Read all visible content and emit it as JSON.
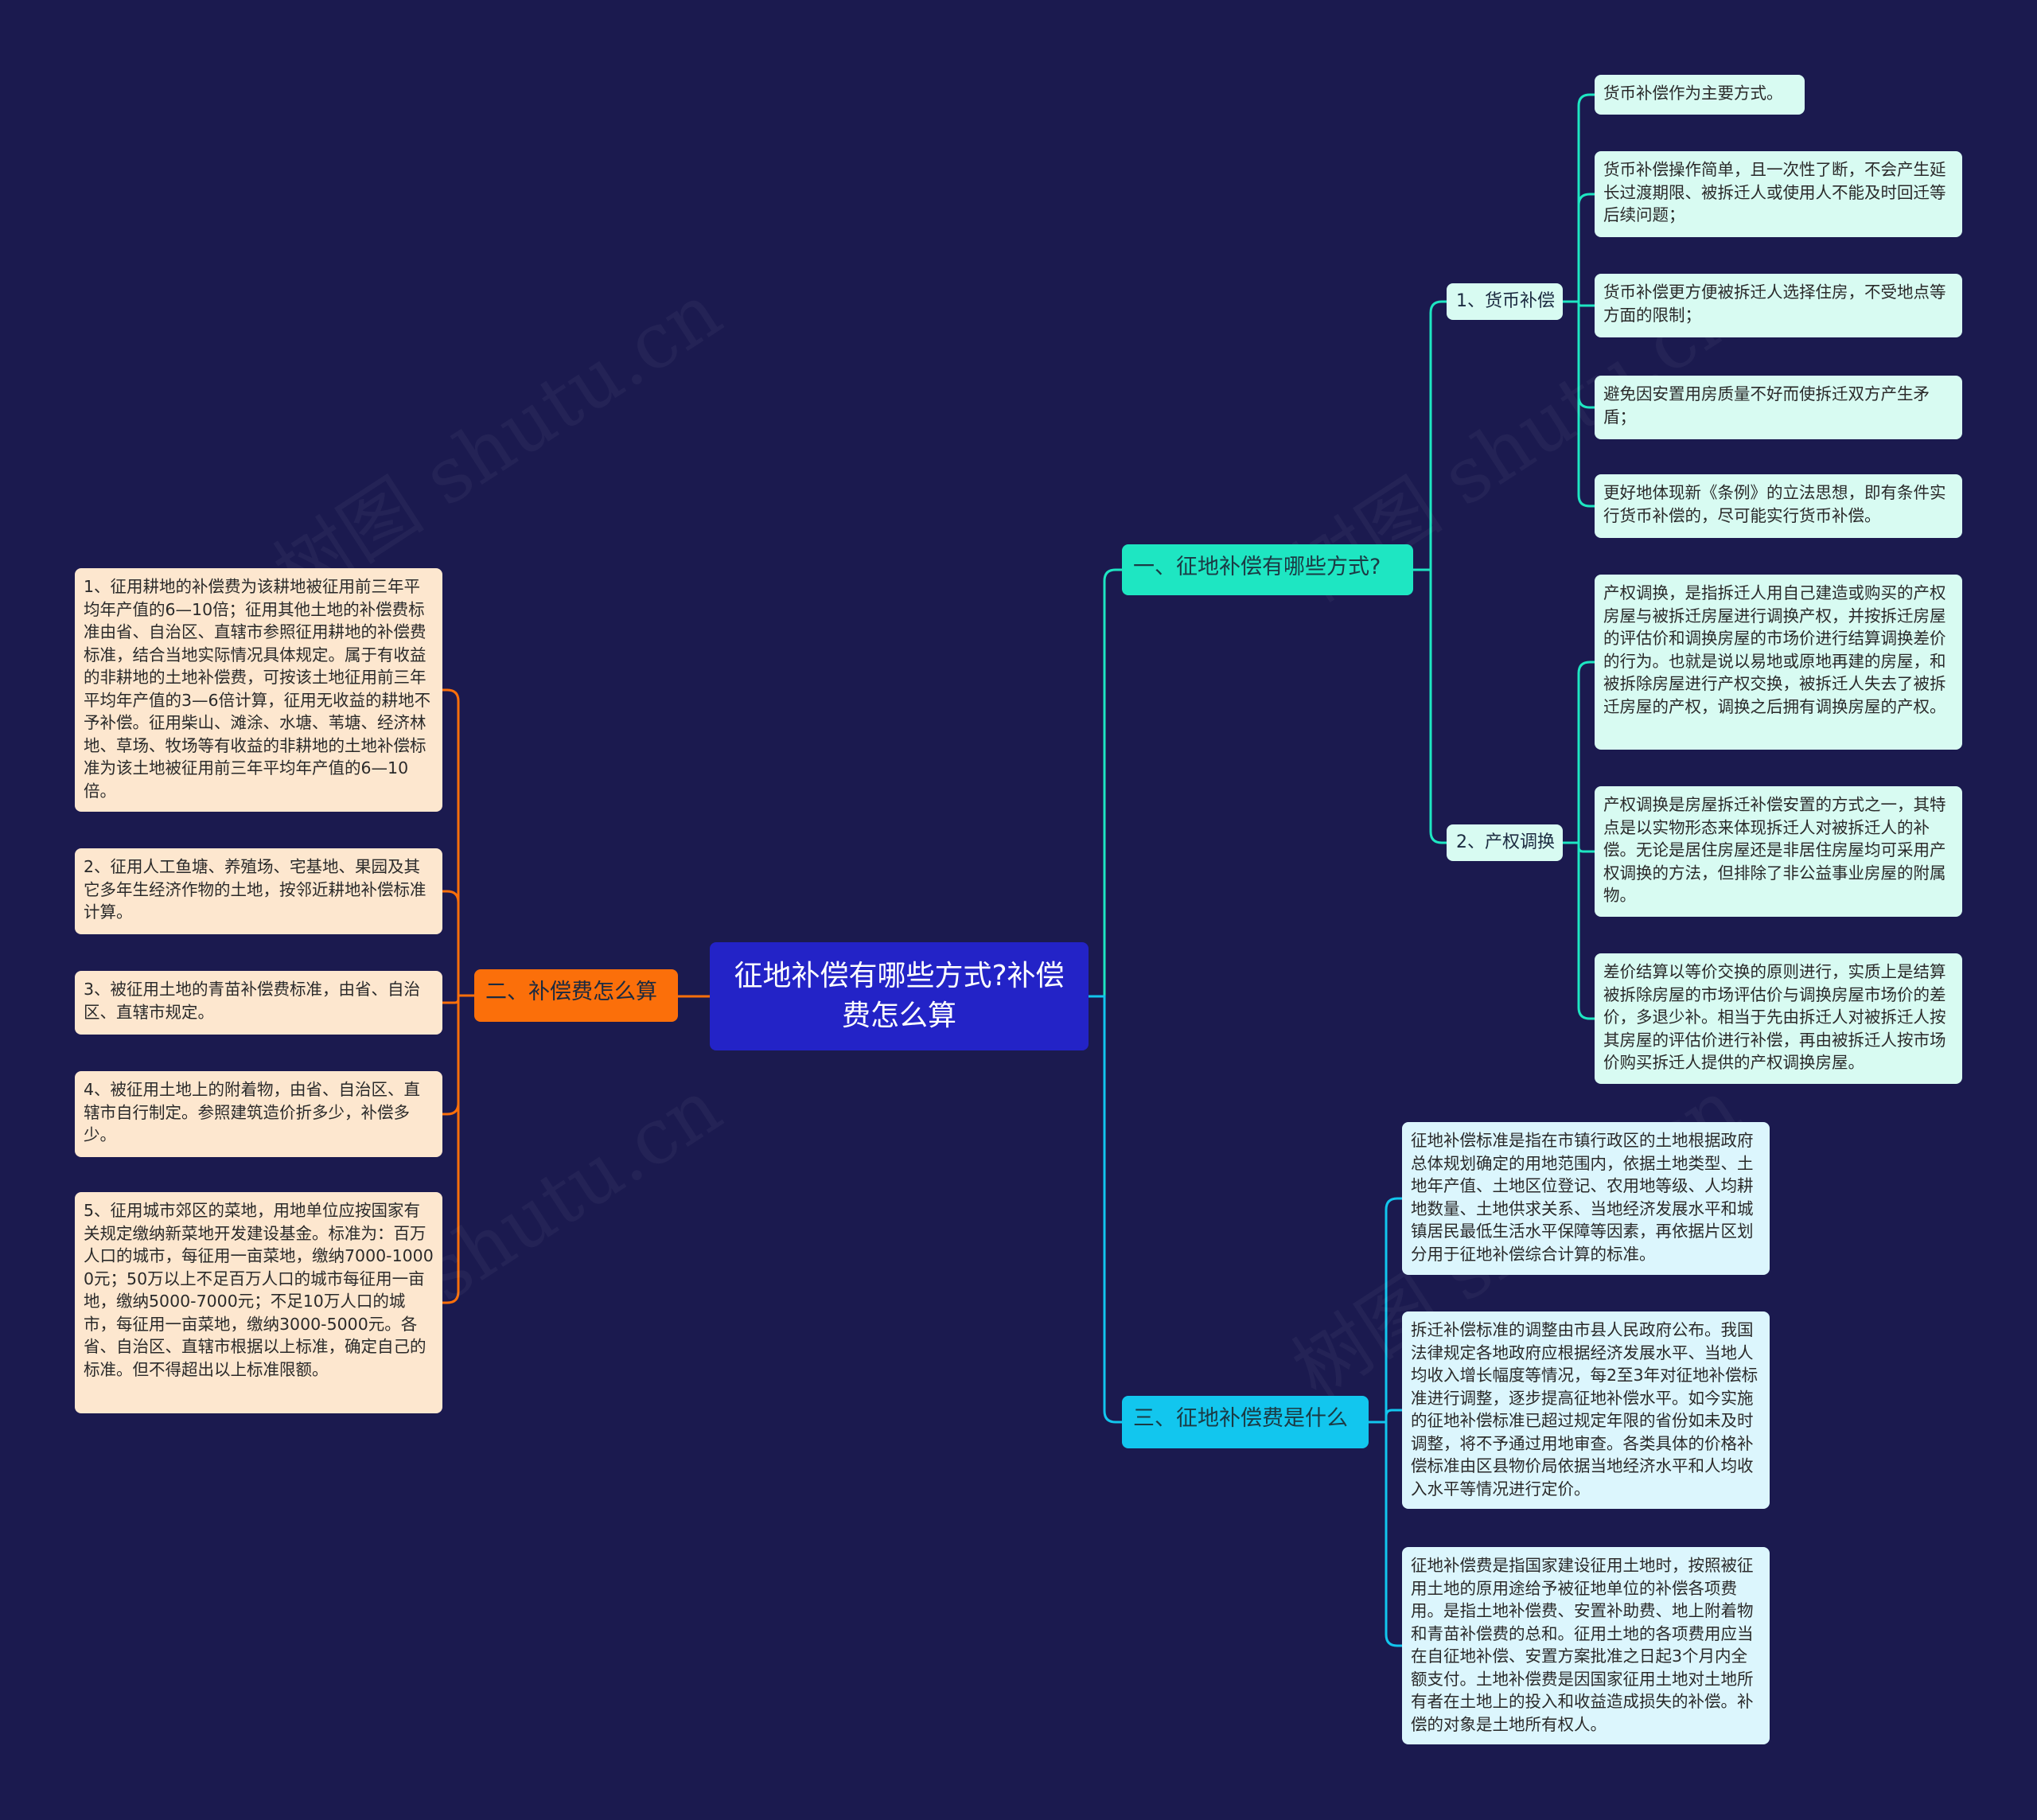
{
  "root": {
    "title": "征地补偿有哪些方式?补偿费怎么算"
  },
  "colors": {
    "background": "#1b1a4f",
    "root": "#2323c7",
    "branch_teal": "#1ee6c2",
    "branch_cyan": "#12c6ee",
    "branch_orange": "#fb6f0a",
    "leaf_mint": "#d8fbf2",
    "leaf_blue": "#dcf6fd",
    "leaf_peach": "#fde7cf"
  },
  "watermark": "树图 shutu.cn",
  "branches": [
    {
      "label": "一、征地补偿有哪些方式?",
      "subs": [
        {
          "label": "1、货币补偿",
          "leaves": [
            "货币补偿作为主要方式。",
            "货币补偿操作简单，且一次性了断，不会产生延长过渡期限、被拆迁人或使用人不能及时回迁等后续问题；",
            "货币补偿更方便被拆迁人选择住房，不受地点等方面的限制；",
            "避免因安置用房质量不好而使拆迁双方产生矛盾；",
            "更好地体现新《条例》的立法思想，即有条件实行货币补偿的，尽可能实行货币补偿。"
          ]
        },
        {
          "label": "2、产权调换",
          "leaves": [
            "产权调换，是指拆迁人用自己建造或购买的产权房屋与被拆迁房屋进行调换产权，并按拆迁房屋的评估价和调换房屋的市场价进行结算调换差价的行为。也就是说以易地或原地再建的房屋，和被拆除房屋进行产权交换，被拆迁人失去了被拆迁房屋的产权，调换之后拥有调换房屋的产权。",
            "产权调换是房屋拆迁补偿安置的方式之一，其特点是以实物形态来体现拆迁人对被拆迁人的补偿。无论是居住房屋还是非居住房屋均可采用产权调换的方法，但排除了非公益事业房屋的附属物。",
            "差价结算以等价交换的原则进行，实质上是结算被拆除房屋的市场评估价与调换房屋市场价的差价，多退少补。相当于先由拆迁人对被拆迁人按其房屋的评估价进行补偿，再由被拆迁人按市场价购买拆迁人提供的产权调换房屋。"
          ]
        }
      ]
    },
    {
      "label": "二、补偿费怎么算",
      "leaves": [
        "1、征用耕地的补偿费为该耕地被征用前三年平均年产值的6—10倍；征用其他土地的补偿费标准由省、自治区、直辖市参照征用耕地的补偿费标准，结合当地实际情况具体规定。属于有收益的非耕地的土地补偿费，可按该土地征用前三年平均年产值的3—6倍计算，征用无收益的耕地不予补偿。征用柴山、滩涂、水塘、苇塘、经济林地、草场、牧场等有收益的非耕地的土地补偿标准为该土地被征用前三年平均年产值的6—10倍。",
        "2、征用人工鱼塘、养殖场、宅基地、果园及其它多年生经济作物的土地，按邻近耕地补偿标准计算。",
        "3、被征用土地的青苗补偿费标准，由省、自治区、直辖市规定。",
        "4、被征用土地上的附着物，由省、自治区、直辖市自行制定。参照建筑造价折多少，补偿多少。",
        "5、征用城市郊区的菜地，用地单位应按国家有关规定缴纳新菜地开发建设基金。标准为：百万人口的城市，每征用一亩菜地，缴纳7000-10000元；50万以上不足百万人口的城市每征用一亩地，缴纳5000-7000元；不足10万人口的城市，每征用一亩菜地，缴纳3000-5000元。各省、自治区、直辖市根据以上标准，确定自己的标准。但不得超出以上标准限额。"
      ]
    },
    {
      "label": "三、征地补偿费是什么",
      "leaves": [
        "征地补偿标准是指在市镇行政区的土地根据政府总体规划确定的用地范围内，依据土地类型、土地年产值、土地区位登记、农用地等级、人均耕地数量、土地供求关系、当地经济发展水平和城镇居民最低生活水平保障等因素，再依据片区划分用于征地补偿综合计算的标准。",
        "拆迁补偿标准的调整由市县人民政府公布。我国法律规定各地政府应根据经济发展水平、当地人均收入增长幅度等情况，每2至3年对征地补偿标准进行调整，逐步提高征地补偿水平。如今实施的征地补偿标准已超过规定年限的省份如未及时调整，将不予通过用地审查。各类具体的价格补偿标准由区县物价局依据当地经济水平和人均收入水平等情况进行定价。",
        "征地补偿费是指国家建设征用土地时，按照被征用土地的原用途给予被征地单位的补偿各项费用。是指土地补偿费、安置补助费、地上附着物和青苗补偿费的总和。征用土地的各项费用应当在自征地补偿、安置方案批准之日起3个月内全额支付。土地补偿费是因国家征用土地对土地所有者在土地上的投入和收益造成损失的补偿。补偿的对象是土地所有权人。"
      ]
    }
  ]
}
